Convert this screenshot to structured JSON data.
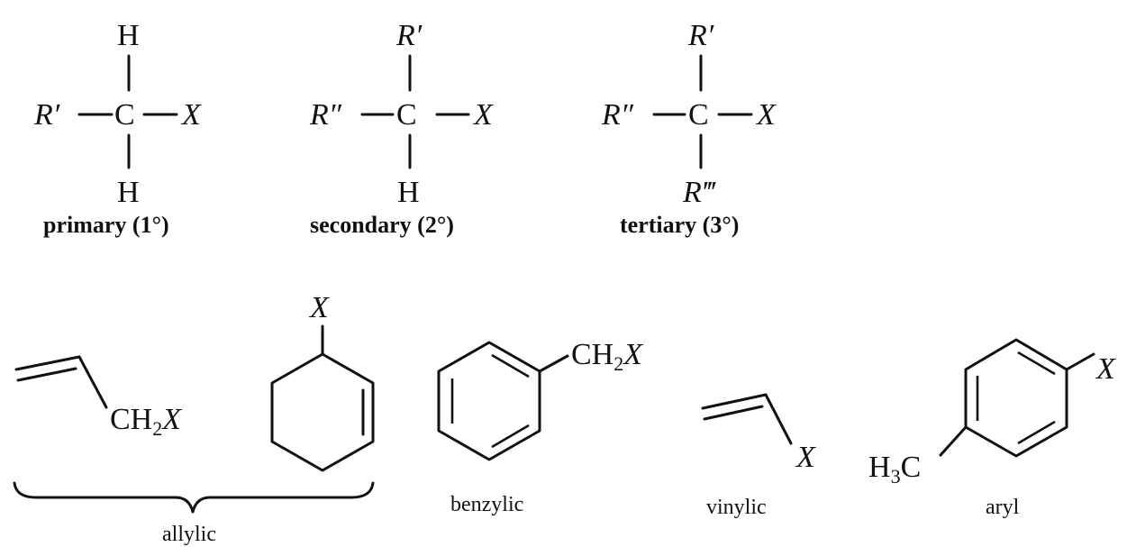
{
  "primary": {
    "top": "H",
    "left": "R′",
    "center": "C",
    "right": "X",
    "bottom": "H",
    "caption": "primary (1°)"
  },
  "secondary": {
    "top": "R′",
    "left": "R″",
    "center": "C",
    "right": "X",
    "bottom": "H",
    "caption": "secondary (2°)"
  },
  "tertiary": {
    "top": "R′",
    "left": "R″",
    "center": "C",
    "right": "X",
    "bottom": "R‴",
    "caption": "tertiary (3°)"
  },
  "allylic_chain": {
    "group_ch": "CH",
    "group_sub": "2",
    "group_x": "X"
  },
  "allylic_ring": {
    "substituent": "X"
  },
  "allylic_caption": "allylic",
  "benzylic": {
    "group_ch": "CH",
    "group_sub": "2",
    "group_x": "X",
    "caption": "benzylic"
  },
  "vinylic": {
    "substituent": "X",
    "caption": "vinylic"
  },
  "aryl": {
    "methyl_h": "H",
    "methyl_sub": "3",
    "methyl_c": "C",
    "substituent": "X",
    "caption": "aryl"
  }
}
